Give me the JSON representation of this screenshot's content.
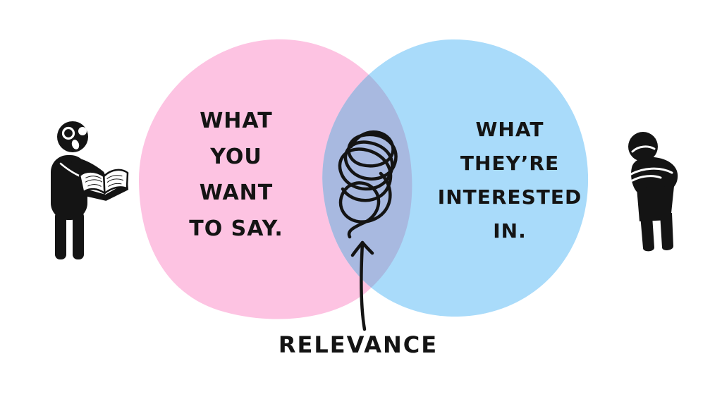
{
  "page": {
    "background": "#FFFFFF"
  },
  "colors": {
    "left_circle": "#FDC3E2",
    "right_circle": "#A9DBFA",
    "overlap": "#A8B9E0",
    "ink": "#141414"
  },
  "venn": {
    "left_circle_label": "WHAT\nYOU\nWANT\nTO SAY.",
    "right_circle_label": "WHAT\nTHEY’RE\nINTERESTED\nIN.",
    "overlap_label": "RELEVANCE",
    "overlap_marker": "scribble-tangle"
  },
  "figures": {
    "left": "presenter-reading-open-book",
    "right": "bored-listener-arms-crossed"
  }
}
